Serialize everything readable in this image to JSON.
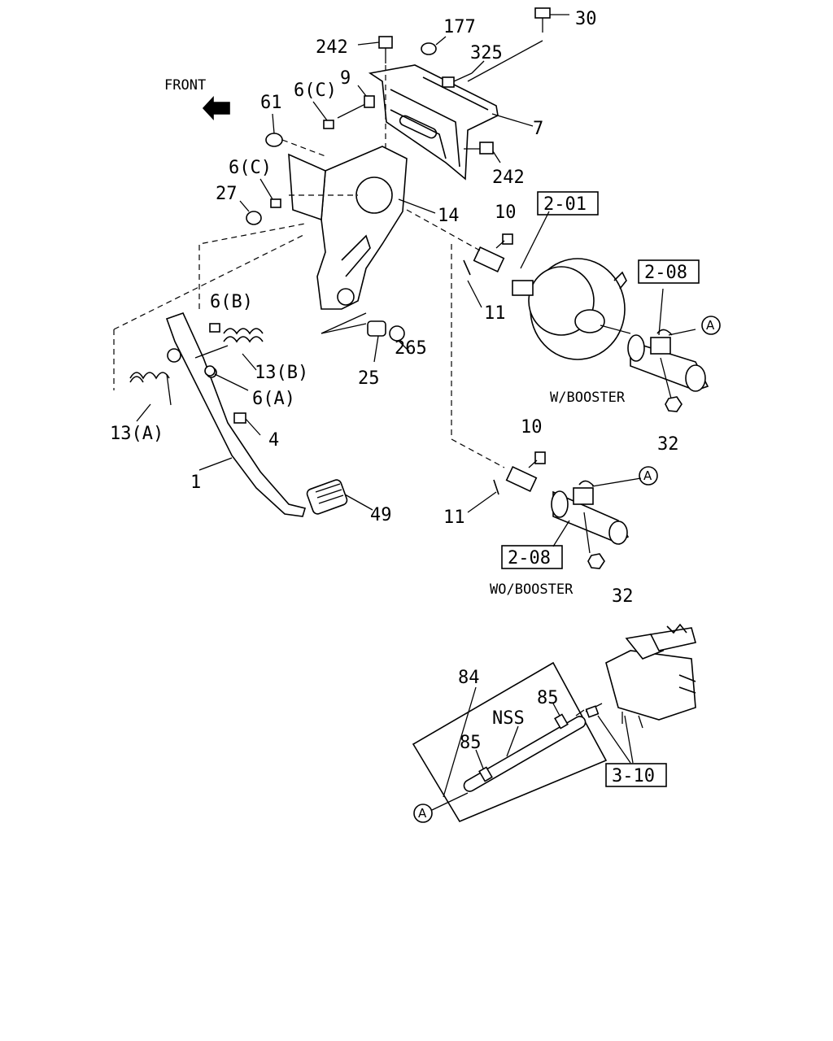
{
  "direction": {
    "front": "FRONT"
  },
  "parts": {
    "p30": "30",
    "p177": "177",
    "p242_top": "242",
    "p325": "325",
    "p9": "9",
    "p6c_top": "6(C)",
    "p61": "61",
    "p7": "7",
    "p242_bot": "242",
    "p6c_mid": "6(C)",
    "p27": "27",
    "p14": "14",
    "p10_top": "10",
    "p201": "2-01",
    "p208_top": "2-08",
    "p11_top": "11",
    "p6b": "6(B)",
    "p265": "265",
    "p13b": "13(B)",
    "p25": "25",
    "p6a": "6(A)",
    "p13a": "13(A)",
    "p4": "4",
    "p32_top": "32",
    "p1": "1",
    "p10_bot": "10",
    "p49": "49",
    "p11_bot": "11",
    "p208_bot": "2-08",
    "p32_bot": "32",
    "p84": "84",
    "p85_top": "85",
    "pnss": "NSS",
    "p85_bot": "85",
    "p310": "3-10",
    "refA": "A"
  },
  "variants": {
    "w_booster": "W/BOOSTER",
    "wo_booster": "WO/BOOSTER"
  }
}
